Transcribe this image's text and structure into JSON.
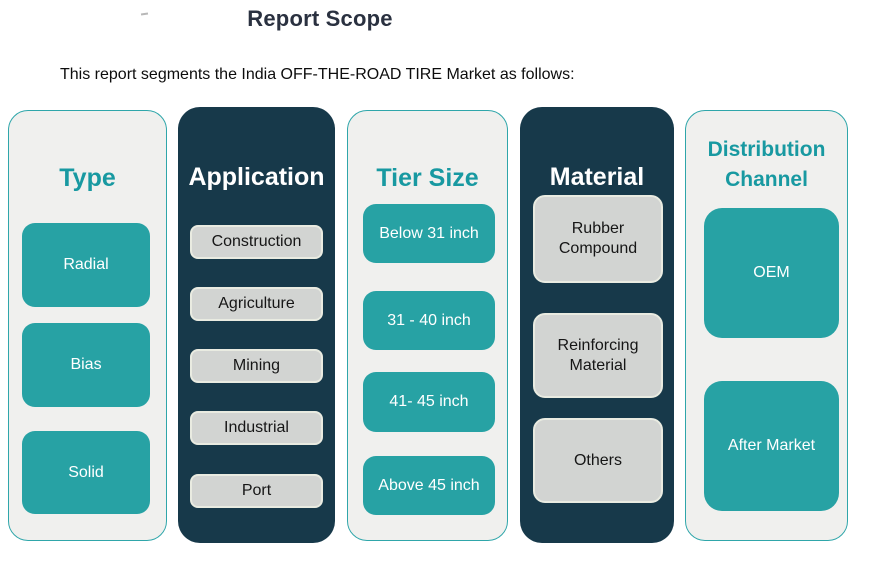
{
  "page": {
    "title": "Report Scope",
    "subtitle": "This report segments the India OFF-THE-ROAD TIRE Market as follows:"
  },
  "colors": {
    "teal_fill": "#27a2a4",
    "teal_title_text": "#1899a1",
    "teal_border": "#2fa6aa",
    "dark_column": "#17394a",
    "light_column": "#f0f0ee",
    "gray_box_fill": "#d2d4d2",
    "gray_box_border": "#e9ebe1",
    "heading_text": "#2a3140"
  },
  "columns": [
    {
      "title": "Type",
      "theme": "light",
      "items": [
        "Radial",
        "Bias",
        "Solid"
      ]
    },
    {
      "title": "Application",
      "theme": "dark",
      "items": [
        "Construction",
        "Agriculture",
        "Mining",
        "Industrial",
        "Port"
      ]
    },
    {
      "title": "Tier Size",
      "theme": "light",
      "items": [
        "Below 31 inch",
        "31 - 40 inch",
        "41- 45 inch",
        "Above 45 inch"
      ]
    },
    {
      "title": "Material",
      "theme": "dark",
      "items": [
        "Rubber Compound",
        "Reinforcing Material",
        "Others"
      ]
    },
    {
      "title": "Distribution Channel",
      "theme": "light",
      "items": [
        "OEM",
        "After Market"
      ]
    }
  ]
}
